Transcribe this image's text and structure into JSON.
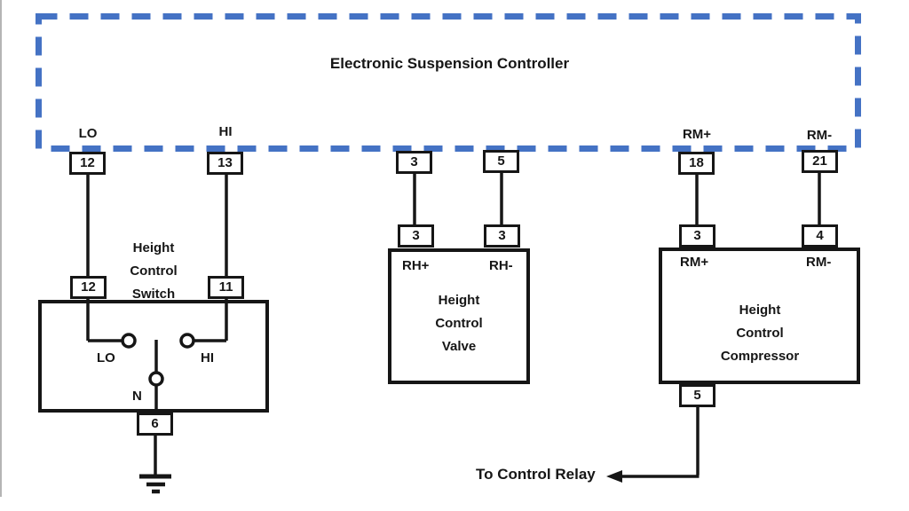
{
  "colors": {
    "controller_dash_blue": "#4472C4",
    "wire_black": "#161616",
    "background": "#ffffff"
  },
  "controller": {
    "title": "Electronic Suspension Controller",
    "pin_lo": {
      "label": "LO",
      "number": "12"
    },
    "pin_hi": {
      "label": "HI",
      "number": "13"
    },
    "pin_valve_plus": {
      "number": "3"
    },
    "pin_valve_minus": {
      "number": "5"
    },
    "pin_rm_plus": {
      "label": "RM+",
      "number": "18"
    },
    "pin_rm_minus": {
      "label": "RM-",
      "number": "21"
    }
  },
  "height_control_switch": {
    "name": "Height\nControl\nSwitch",
    "pin_lo": "12",
    "pin_hi": "11",
    "contact_lo": "LO",
    "contact_hi": "HI",
    "contact_neutral": "N",
    "pin_ground": "6"
  },
  "height_control_valve": {
    "name": "Height\nControl\nValve",
    "label_plus": "RH+",
    "label_minus": "RH-",
    "pin_plus": "3",
    "pin_minus": "3"
  },
  "height_control_compressor": {
    "name": "Height\nControl\nCompressor",
    "label_plus": "RM+",
    "label_minus": "RM-",
    "pin_plus": "3",
    "pin_minus": "4",
    "pin_relay": "5"
  },
  "annotations": {
    "relay": "To Control Relay"
  }
}
